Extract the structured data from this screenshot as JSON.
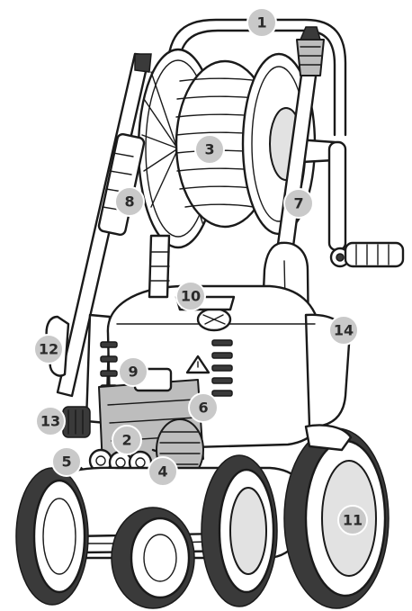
{
  "callouts": [
    {
      "id": "callout-1",
      "label": "1"
    },
    {
      "id": "callout-2",
      "label": "2"
    },
    {
      "id": "callout-3",
      "label": "3"
    },
    {
      "id": "callout-4",
      "label": "4"
    },
    {
      "id": "callout-5",
      "label": "5"
    },
    {
      "id": "callout-6",
      "label": "6"
    },
    {
      "id": "callout-7",
      "label": "7"
    },
    {
      "id": "callout-8",
      "label": "8"
    },
    {
      "id": "callout-9",
      "label": "9"
    },
    {
      "id": "callout-10",
      "label": "10"
    },
    {
      "id": "callout-11",
      "label": "11"
    },
    {
      "id": "callout-12",
      "label": "12"
    },
    {
      "id": "callout-13",
      "label": "13"
    },
    {
      "id": "callout-14",
      "label": "14"
    }
  ],
  "colors": {
    "outline": "#1a1a1a",
    "callout_fill": "#c9c9c9",
    "callout_text": "#2a2a2a",
    "part_grey": "#bdbdbd",
    "background": "#ffffff"
  }
}
